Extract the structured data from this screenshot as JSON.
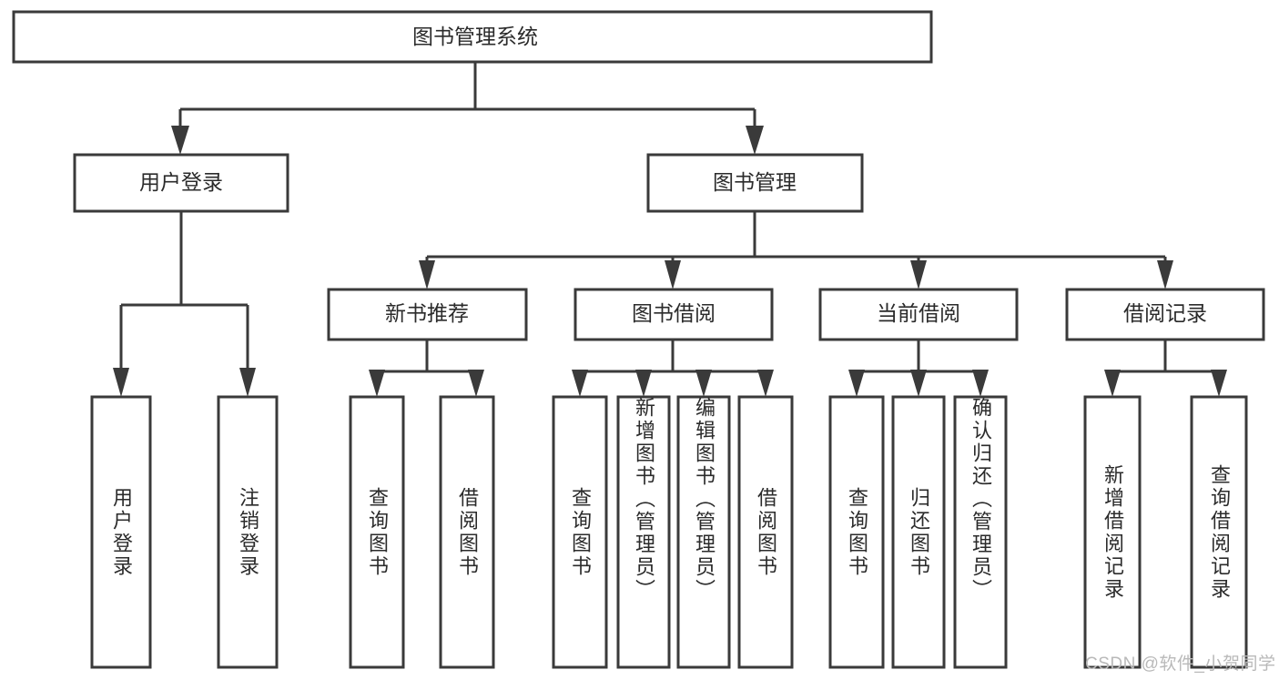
{
  "diagram": {
    "title": "图书管理系统",
    "type": "functional-structure-tree",
    "colors": {
      "background": "#ffffff",
      "box_fill": "#ffffff",
      "box_stroke": "#3a3a3a",
      "connector": "#3a3a3a",
      "text": "#2b2b2b",
      "watermark": "#b9b9b9"
    },
    "root": {
      "label": "图书管理系统"
    },
    "level2": [
      {
        "label": "用户登录"
      },
      {
        "label": "图书管理"
      }
    ],
    "level3": [
      {
        "label": "新书推荐"
      },
      {
        "label": "图书借阅"
      },
      {
        "label": "当前借阅"
      },
      {
        "label": "借阅记录"
      }
    ],
    "leaves": {
      "user_login": [
        {
          "label": "用户登录"
        },
        {
          "label": "注销登录"
        }
      ],
      "new_book_recommend": [
        {
          "label": "查询图书"
        },
        {
          "label": "借阅图书"
        }
      ],
      "book_borrow": [
        {
          "label": "查询图书"
        },
        {
          "label": "新增图书（管理员）"
        },
        {
          "label": "编辑图书（管理员）"
        },
        {
          "label": "借阅图书"
        }
      ],
      "current_borrow": [
        {
          "label": "查询图书"
        },
        {
          "label": "归还图书"
        },
        {
          "label": "确认归还（管理员）"
        }
      ],
      "borrow_record": [
        {
          "label": "新增借阅记录"
        },
        {
          "label": "查询借阅记录"
        }
      ]
    },
    "watermark": "CSDN @软件_小贺同学"
  }
}
